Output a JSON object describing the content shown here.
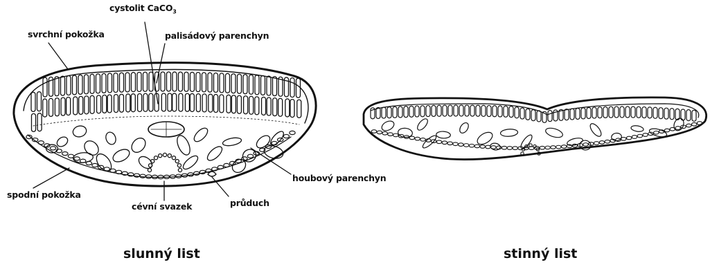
{
  "labels": {
    "cystolit_main": "cystolit CaCO",
    "cystolit_sub": "3",
    "svrchni_pokozka": "svrchní pokožka",
    "palisadovy_parenchyn": "palisádový parenchyn",
    "houbovy_parenchyn": "houbový parenchyn",
    "spodni_pokozka": "spodní pokožka",
    "cevni_svazek": "cévní svazek",
    "pruduch": "průduch"
  },
  "captions": {
    "sunny_leaf": "slunný list",
    "shade_leaf": "stinný list"
  },
  "colors": {
    "ink": "#111111",
    "background": "#ffffff"
  }
}
